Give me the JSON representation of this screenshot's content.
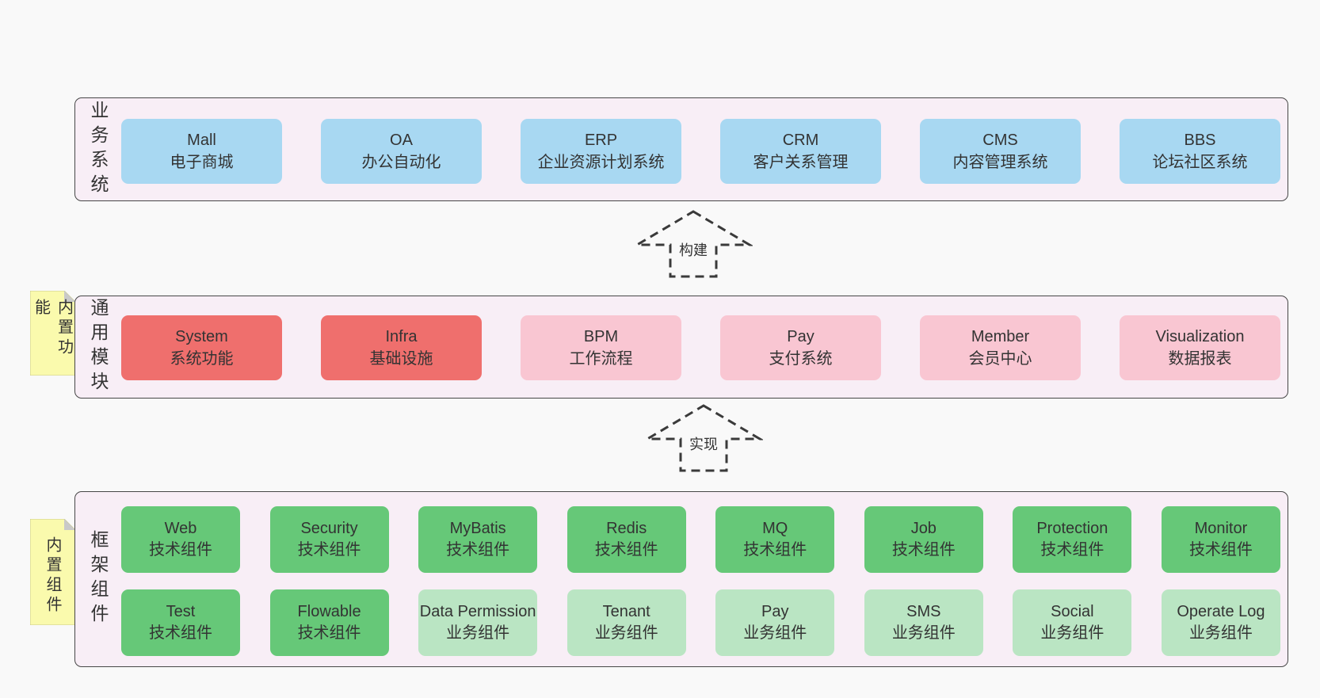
{
  "colors": {
    "page_bg": "#f9f9f9",
    "band_bg": "#f8eef6",
    "band_border": "#474747",
    "blue": "#a8d8f2",
    "red": "#ef6f6d",
    "pink": "#f9c6d2",
    "green_dark": "#66c878",
    "green_light": "#bae5c3",
    "yellow": "#fafaad",
    "fold_gray": "#c9c9c9",
    "arrow": "#3a3a3a",
    "text": "#333333"
  },
  "bands": {
    "business": {
      "label": "业务系统",
      "boxes": [
        {
          "title": "Mall",
          "subtitle": "电子商城"
        },
        {
          "title": "OA",
          "subtitle": "办公自动化"
        },
        {
          "title": "ERP",
          "subtitle": "企业资源计划系统"
        },
        {
          "title": "CRM",
          "subtitle": "客户关系管理"
        },
        {
          "title": "CMS",
          "subtitle": "内容管理系统"
        },
        {
          "title": "BBS",
          "subtitle": "论坛社区系统"
        }
      ]
    },
    "modules": {
      "label": "通用模块",
      "sticky": "内置功能",
      "boxes": [
        {
          "title": "System",
          "subtitle": "系统功能"
        },
        {
          "title": "Infra",
          "subtitle": "基础设施"
        },
        {
          "title": "BPM",
          "subtitle": "工作流程"
        },
        {
          "title": "Pay",
          "subtitle": "支付系统"
        },
        {
          "title": "Member",
          "subtitle": "会员中心"
        },
        {
          "title": "Visualization",
          "subtitle": "数据报表"
        }
      ]
    },
    "framework": {
      "label": "框架组件",
      "sticky": "内置组件",
      "row1": [
        {
          "title": "Web",
          "subtitle": "技术组件"
        },
        {
          "title": "Security",
          "subtitle": "技术组件"
        },
        {
          "title": "MyBatis",
          "subtitle": "技术组件"
        },
        {
          "title": "Redis",
          "subtitle": "技术组件"
        },
        {
          "title": "MQ",
          "subtitle": "技术组件"
        },
        {
          "title": "Job",
          "subtitle": "技术组件"
        },
        {
          "title": "Protection",
          "subtitle": "技术组件"
        },
        {
          "title": "Monitor",
          "subtitle": "技术组件"
        }
      ],
      "row2": [
        {
          "title": "Test",
          "subtitle": "技术组件"
        },
        {
          "title": "Flowable",
          "subtitle": "技术组件"
        },
        {
          "title": "Data Permission",
          "subtitle": "业务组件"
        },
        {
          "title": "Tenant",
          "subtitle": "业务组件"
        },
        {
          "title": "Pay",
          "subtitle": "业务组件"
        },
        {
          "title": "SMS",
          "subtitle": "业务组件"
        },
        {
          "title": "Social",
          "subtitle": "业务组件"
        },
        {
          "title": "Operate Log",
          "subtitle": "业务组件"
        }
      ]
    }
  },
  "arrows": [
    {
      "label": "构建"
    },
    {
      "label": "实现"
    }
  ]
}
